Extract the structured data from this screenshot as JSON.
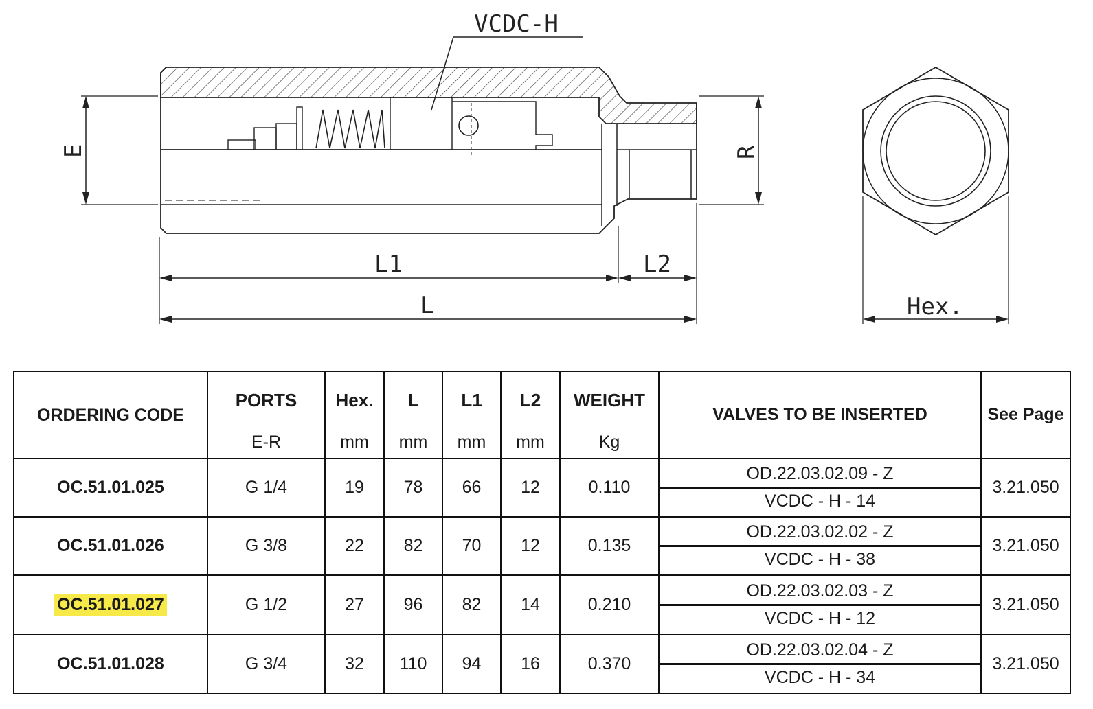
{
  "drawing": {
    "label_vcdc": "VCDC-H",
    "label_e": "E",
    "label_r": "R",
    "label_l1": "L1",
    "label_l2": "L2",
    "label_l": "L",
    "label_hex": "Hex."
  },
  "table": {
    "headers": {
      "code": "ORDERING CODE",
      "ports": "PORTS",
      "ports_unit": "E-R",
      "hex": "Hex.",
      "hex_unit": "mm",
      "l": "L",
      "l_unit": "mm",
      "l1": "L1",
      "l1_unit": "mm",
      "l2": "L2",
      "l2_unit": "mm",
      "weight": "WEIGHT",
      "weight_unit": "Kg",
      "valves": "VALVES TO BE INSERTED",
      "page": "See Page"
    },
    "rows": [
      {
        "code": "OC.51.01.025",
        "ports": "G 1/4",
        "hex": "19",
        "l": "78",
        "l1": "66",
        "l2": "12",
        "weight": "0.110",
        "valve_top": "OD.22.03.02.09 - Z",
        "valve_bottom": "VCDC - H - 14",
        "page": "3.21.050"
      },
      {
        "code": "OC.51.01.026",
        "ports": "G 3/8",
        "hex": "22",
        "l": "82",
        "l1": "70",
        "l2": "12",
        "weight": "0.135",
        "valve_top": "OD.22.03.02.02 - Z",
        "valve_bottom": "VCDC - H - 38",
        "page": "3.21.050"
      },
      {
        "code": "OC.51.01.027",
        "ports": "G 1/2",
        "hex": "27",
        "l": "96",
        "l1": "82",
        "l2": "14",
        "weight": "0.210",
        "valve_top": "OD.22.03.02.03 - Z",
        "valve_bottom": "VCDC - H - 12",
        "page": "3.21.050",
        "highlighted": true
      },
      {
        "code": "OC.51.01.028",
        "ports": "G 3/4",
        "hex": "32",
        "l": "110",
        "l1": "94",
        "l2": "16",
        "weight": "0.370",
        "valve_top": "OD.22.03.02.04 - Z",
        "valve_bottom": "VCDC - H - 34",
        "page": "3.21.050"
      }
    ]
  },
  "colors": {
    "highlight": "#f7ea48",
    "line": "#111111"
  }
}
